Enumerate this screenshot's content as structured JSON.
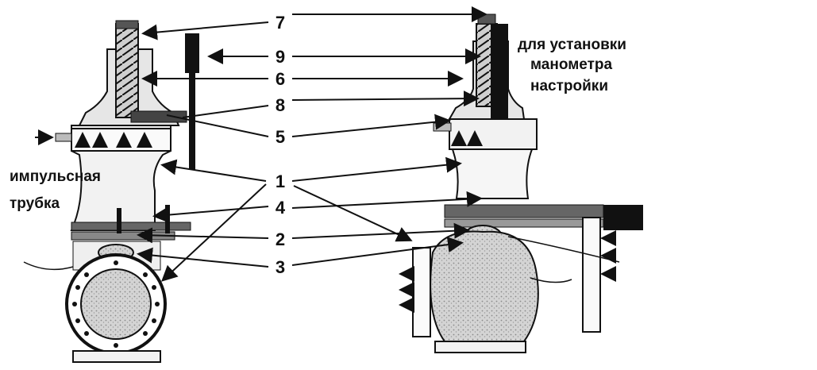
{
  "labels": {
    "callouts": [
      "7",
      "9",
      "6",
      "8",
      "5",
      "1",
      "4",
      "2",
      "3"
    ],
    "impulse_tube": [
      "импульсная",
      "трубка"
    ],
    "gauge_note": [
      "для установки",
      "манометра",
      "настройки"
    ]
  },
  "colors": {
    "ink": "#111111",
    "fill_gray": "#bdbdbd",
    "body_gray": "#cfcfcf"
  }
}
